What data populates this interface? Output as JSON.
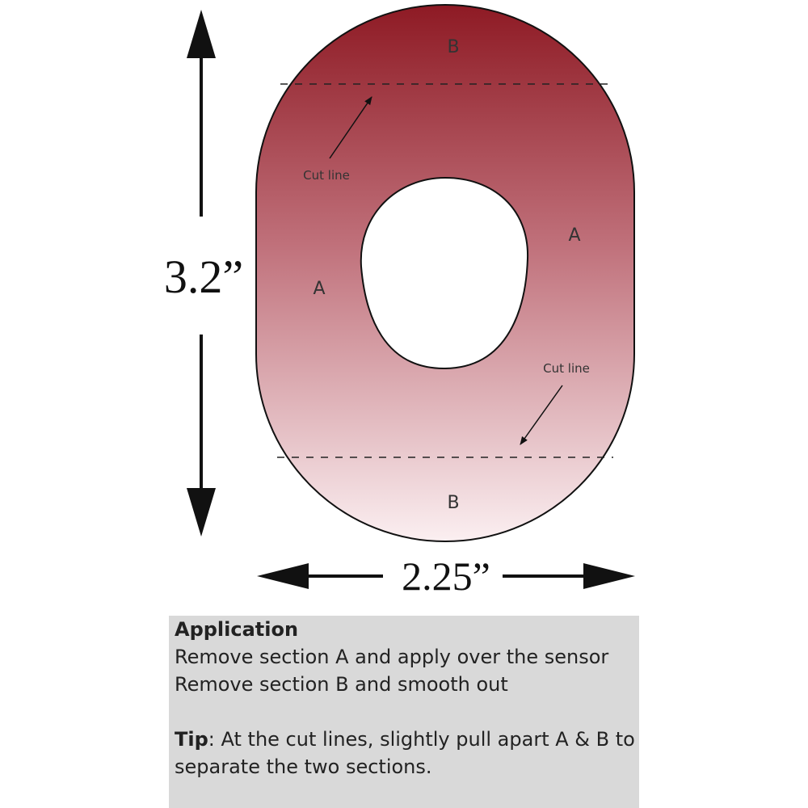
{
  "dimensions": {
    "height_label": "3.2”",
    "width_label": "2.25”"
  },
  "sections": {
    "top_b": "B",
    "left_a": "A",
    "right_a": "A",
    "bottom_b": "B"
  },
  "cut_lines": {
    "upper_label": "Cut line",
    "lower_label": "Cut line"
  },
  "colors": {
    "patch_top": "#8e1a24",
    "patch_bottom": "#fbeff1",
    "info_background": "#d9d9d9"
  },
  "application": {
    "heading": "Application",
    "step1": "Remove section A and apply over the sensor",
    "step2": "Remove section B and smooth out",
    "tip_label": "Tip",
    "tip_text": ": At the cut lines, slightly pull apart A & B to separate the two sections."
  }
}
